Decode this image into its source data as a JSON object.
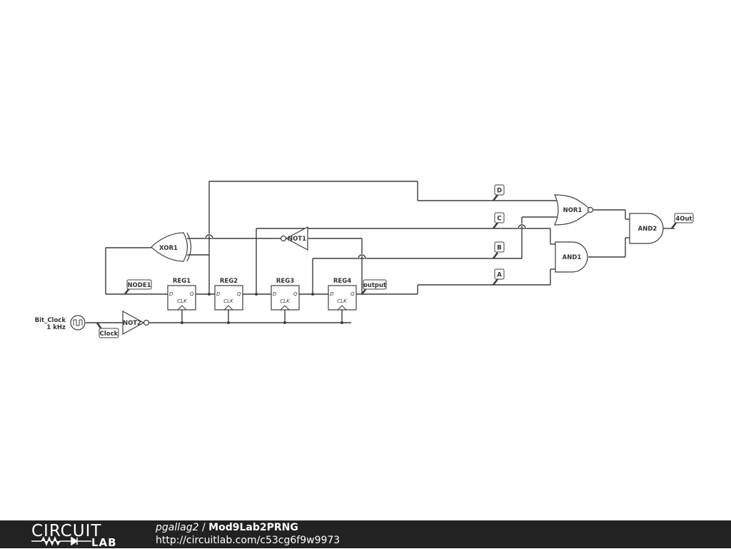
{
  "diagram": {
    "source": {
      "label": "Bit_Clock",
      "freq": "1 kHz"
    },
    "gates": {
      "xor1": "XOR1",
      "not1": "NOT1",
      "not2": "NOT2",
      "nor1": "NOR1",
      "and1": "AND1",
      "and2": "AND2"
    },
    "registers": [
      {
        "name": "REG1",
        "d": "D",
        "q": "Q",
        "clk": "CLK"
      },
      {
        "name": "REG2",
        "d": "D",
        "q": "Q",
        "clk": "CLK"
      },
      {
        "name": "REG3",
        "d": "D",
        "q": "Q",
        "clk": "CLK"
      },
      {
        "name": "REG4",
        "d": "D",
        "q": "Q",
        "clk": "CLK"
      }
    ],
    "net_labels": {
      "node1": "NODE1",
      "clock": "Clock",
      "output": "output",
      "d": "D",
      "c": "C",
      "b": "B",
      "a": "A",
      "out4": "4Out"
    }
  },
  "footer": {
    "logo_top": "CIRCUIT",
    "logo_bottom": "LAB",
    "user": "pgallag2",
    "separator": " / ",
    "title": "Mod9Lab2PRNG",
    "url": "http://circuitlab.com/c53cg6f9w9973"
  }
}
